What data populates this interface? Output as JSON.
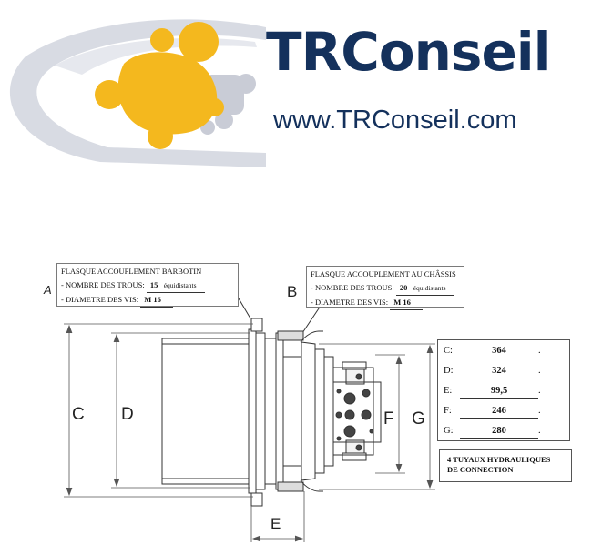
{
  "logo": {
    "brand_name": "TRConseil",
    "url": "www.TRConseil.com",
    "colors": {
      "brand_text": "#14315c",
      "puzzle_primary": "#f4b81e",
      "puzzle_secondary": "#c9ccd6",
      "swoosh": "#d8dbe3"
    }
  },
  "diagram": {
    "note_left": {
      "title": "FLASQUE ACCOUPLEMENT BARBOTIN",
      "holes_label": "- NOMBRE DES TROUS:",
      "holes_value": "15",
      "holes_unit": "équidistants",
      "screw_label": "- DIAMETRE DES VIS:",
      "screw_value": "M 16"
    },
    "note_right": {
      "title": "FLASQUE ACCOUPLEMENT AU CHÂSSIS",
      "holes_label": "- NOMBRE DES TROUS:",
      "holes_value": "20",
      "holes_unit": "équidistants",
      "screw_label": "- DIAMETRE DES VIS:",
      "screw_value": "M 16"
    },
    "marker_a": "A",
    "marker_b": "B",
    "dimension_letters": {
      "c": "C",
      "d": "D",
      "e": "E",
      "f": "F",
      "g": "G"
    },
    "specs": [
      {
        "label": "C:",
        "value": "364",
        "end": "."
      },
      {
        "label": "D:",
        "value": "324",
        "end": "."
      },
      {
        "label": "E:",
        "value": "99,5",
        "end": "."
      },
      {
        "label": "F:",
        "value": "246",
        "end": "."
      },
      {
        "label": "G:",
        "value": "280",
        "end": "."
      }
    ],
    "hydraulic_note_line1": "4 TUYAUX HYDRAULIQUES",
    "hydraulic_note_line2": "DE CONNECTION"
  }
}
